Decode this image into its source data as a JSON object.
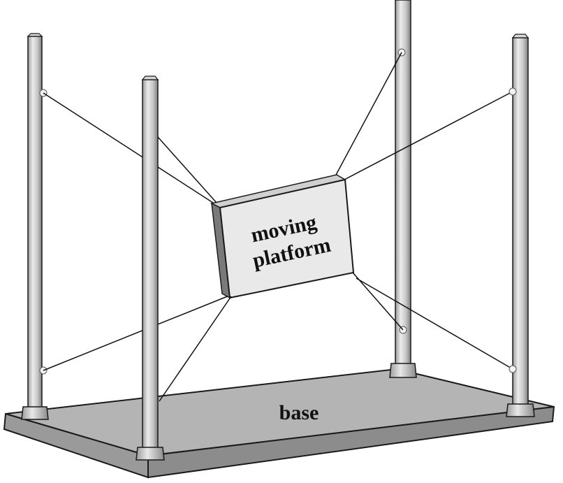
{
  "labels": {
    "platform_line1": "moving",
    "platform_line2": "platform",
    "base": "base"
  },
  "colors": {
    "background": "#ffffff",
    "outline": "#1a1a1a",
    "base_top": "#b4b4b4",
    "base_front": "#8c8c8c",
    "post_light": "#e6e6e6",
    "post_mid": "#bdbdbd",
    "post_dark": "#8a8a8a",
    "platform_face": "#e9e9e9",
    "platform_side": "#7a7a7a",
    "cable": "#111111"
  }
}
